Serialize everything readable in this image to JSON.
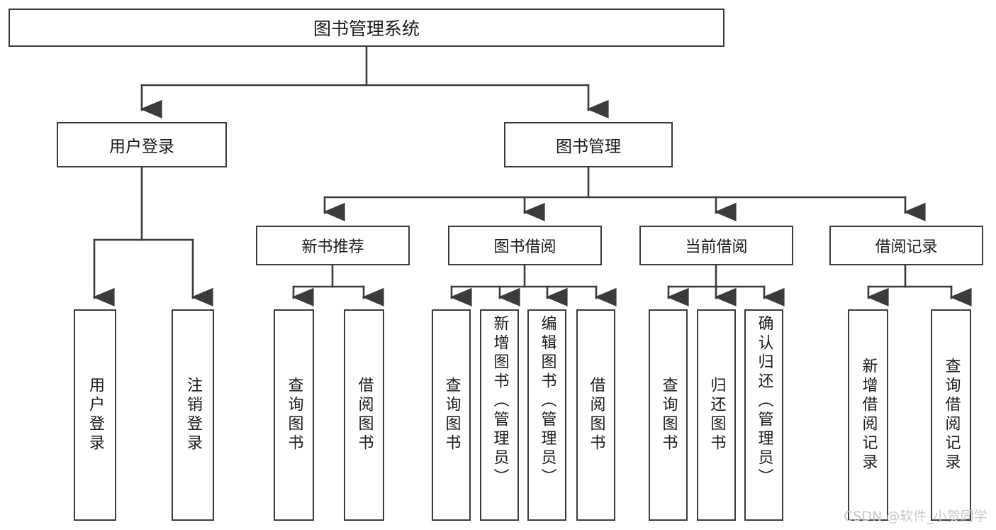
{
  "diagram": {
    "title": "图书管理系统",
    "type": "hierarchy-tree",
    "orientation": "top-down",
    "colors": {
      "background": "#ffffff",
      "border": "#3b3b3b",
      "text": "#1b1b1b",
      "watermark": "#c9c9c9"
    },
    "root": {
      "label": "图书管理系统"
    },
    "level2": [
      {
        "label": "用户登录"
      },
      {
        "label": "图书管理"
      }
    ],
    "level3": [
      {
        "label": "新书推荐"
      },
      {
        "label": "图书借阅"
      },
      {
        "label": "当前借阅"
      },
      {
        "label": "借阅记录"
      }
    ],
    "leaves": {
      "user_login": [
        {
          "label": "用户登录"
        },
        {
          "label": "注销登录"
        }
      ],
      "new_book_recommend": [
        {
          "label": "查询图书"
        },
        {
          "label": "借阅图书"
        }
      ],
      "book_borrow": [
        {
          "label": "查询图书"
        },
        {
          "label": "新增图书（管理员）"
        },
        {
          "label": "编辑图书（管理员）"
        },
        {
          "label": "借阅图书"
        }
      ],
      "current_borrow": [
        {
          "label": "查询图书"
        },
        {
          "label": "归还图书"
        },
        {
          "label": "确认归还（管理员）"
        }
      ],
      "borrow_record": [
        {
          "label": "新增借阅记录"
        },
        {
          "label": "查询借阅记录"
        }
      ]
    },
    "watermark": "CSDN @软件_小贺同学"
  }
}
